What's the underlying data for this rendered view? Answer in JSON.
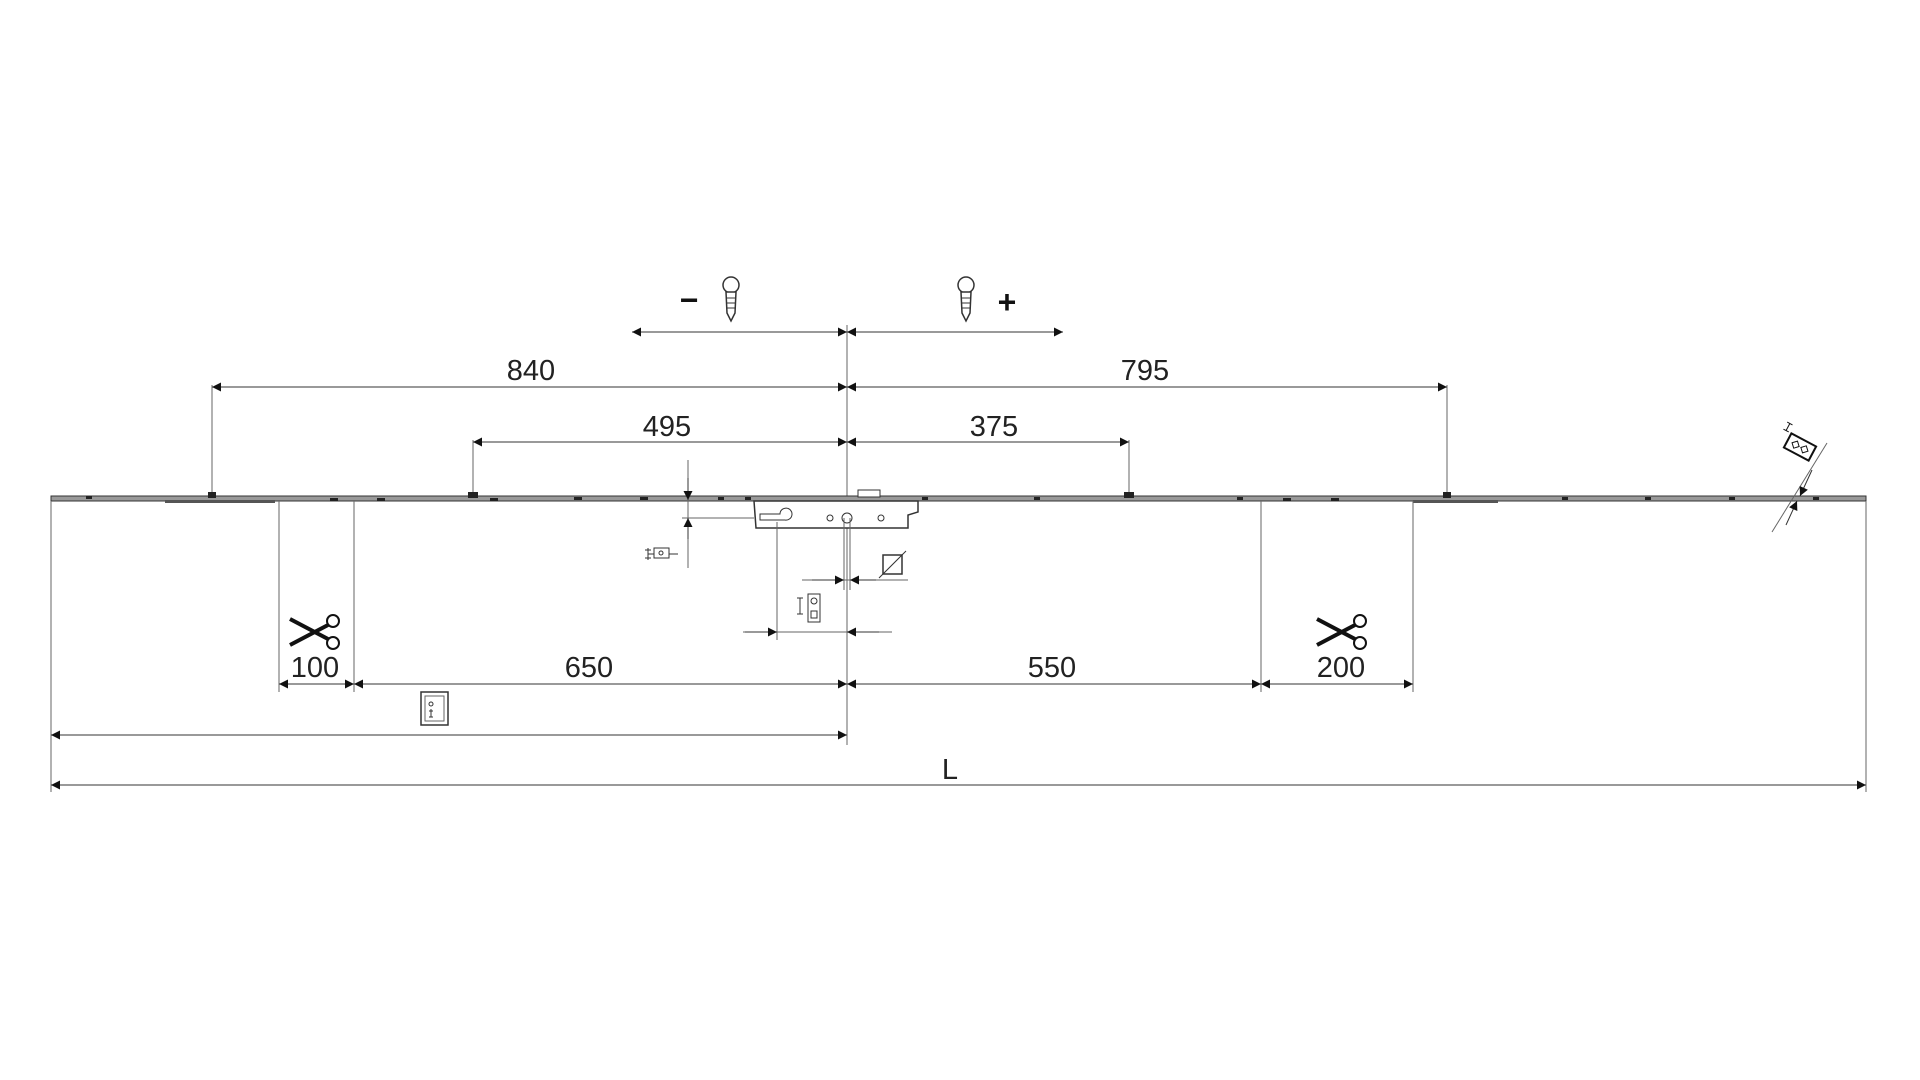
{
  "drawing": {
    "screw_adjust": {
      "minus": "−",
      "plus": "+"
    },
    "dimensions": {
      "top_left_outer": "840",
      "top_right_outer": "795",
      "top_left_inner": "495",
      "top_right_inner": "375",
      "cut_left": "100",
      "lower_left": "650",
      "lower_right": "550",
      "cut_right": "200",
      "total_length": "L"
    },
    "icons": [
      "screw-icon",
      "scissors-icon",
      "backset-icon",
      "square-spindle-icon",
      "cylinder-distance-icon",
      "handle-height-icon",
      "faceplate-width-icon"
    ]
  }
}
